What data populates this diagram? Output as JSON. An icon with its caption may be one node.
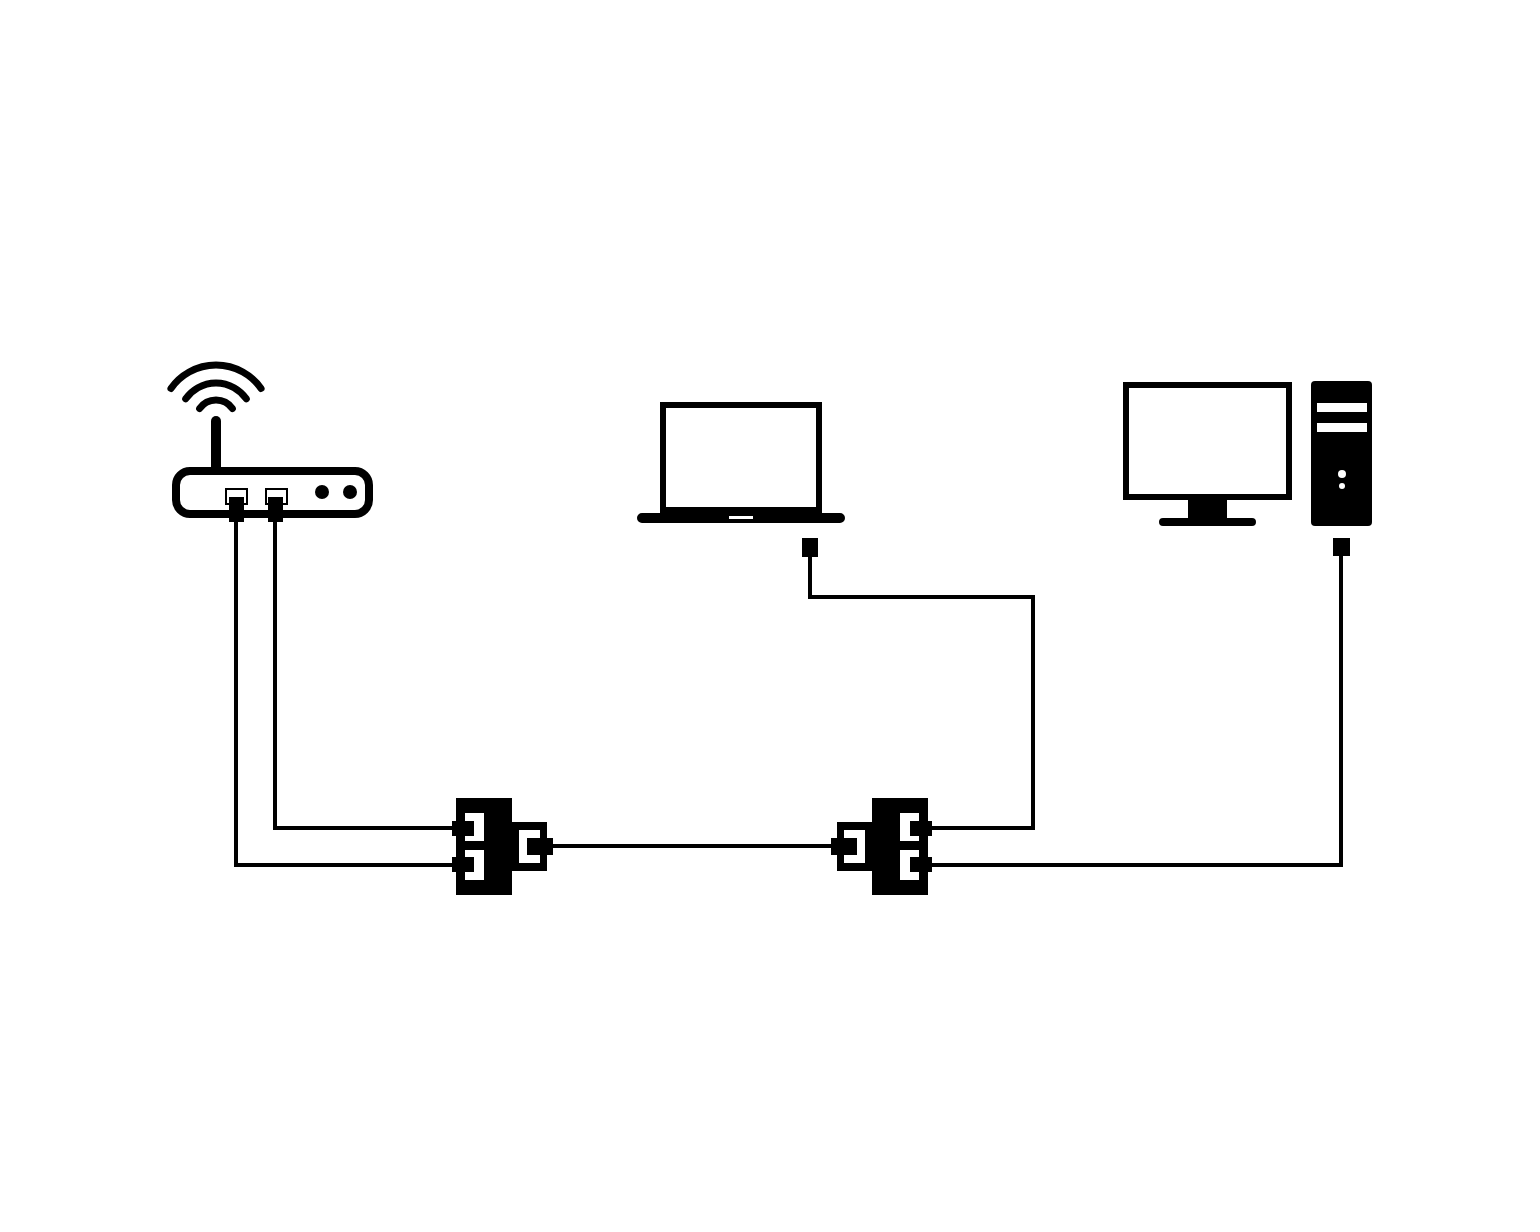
{
  "diagram": {
    "nodes": [
      {
        "text": [],
        "shape": "picture"
      },
      {
        "text": [],
        "shape": "picture"
      },
      {
        "text": [],
        "shape": "picture"
      },
      {
        "text": [],
        "shape": "picture"
      },
      {
        "text": [],
        "shape": "picture"
      }
    ],
    "edges": [
      {
        "from": 0,
        "to": 3,
        "arrow": "none"
      },
      {
        "from": 0,
        "to": 3,
        "arrow": "none"
      },
      {
        "from": 3,
        "to": 4,
        "arrow": "none"
      },
      {
        "from": 4,
        "to": 1,
        "arrow": "none"
      },
      {
        "from": 4,
        "to": 2,
        "arrow": "none"
      }
    ]
  }
}
